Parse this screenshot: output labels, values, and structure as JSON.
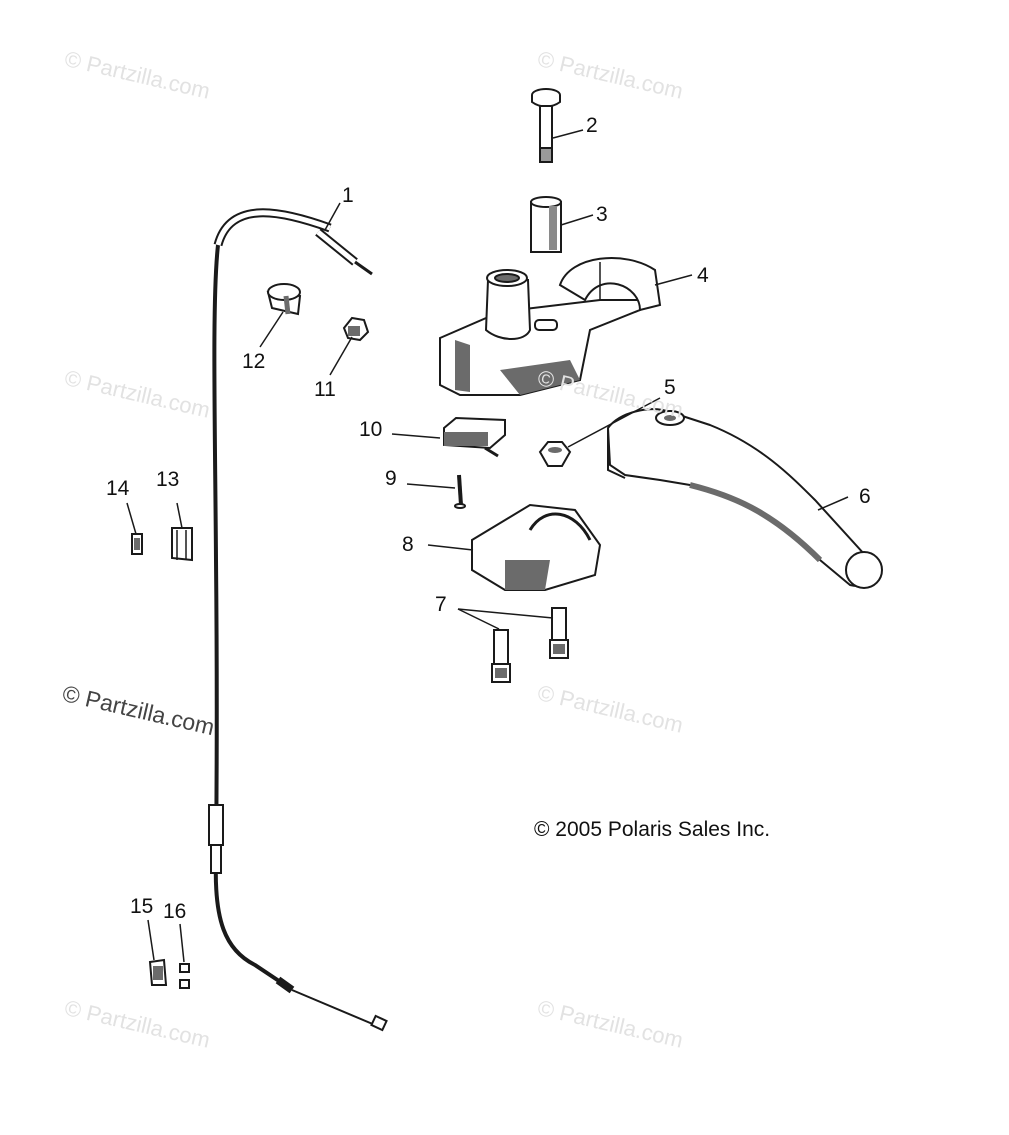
{
  "watermark": "© Partzilla.com",
  "copyright": "© 2005 Polaris Sales Inc.",
  "callouts": {
    "c1": "1",
    "c2": "2",
    "c3": "3",
    "c4": "4",
    "c5": "5",
    "c6": "6",
    "c7": "7",
    "c8": "8",
    "c9": "9",
    "c10": "10",
    "c11": "11",
    "c12": "12",
    "c13": "13",
    "c14": "14",
    "c15": "15",
    "c16": "16"
  },
  "colors": {
    "line": "#1a1a1a",
    "part_fill": "#e8e8e8",
    "part_shadow": "#6b6b6b",
    "watermark": "#e2e2e2"
  }
}
